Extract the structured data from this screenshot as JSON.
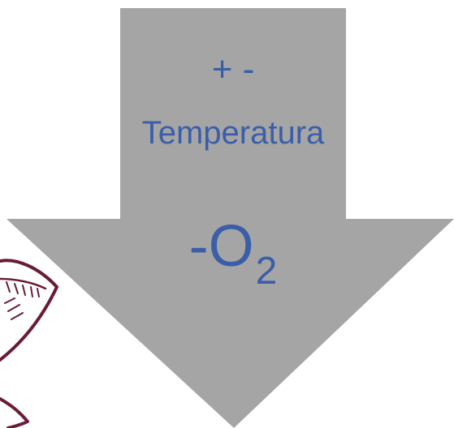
{
  "colors": {
    "arrow_fill": "#A5A5A5",
    "text": "#3A5EA8",
    "doodle_stroke": "#6B1A3A"
  },
  "arrow": {
    "sign_text": "+ -",
    "temperature_text": "Temperatura",
    "oxygen_prefix": "-O",
    "oxygen_subscript": "2"
  },
  "decoration": {
    "icon": "leaf-doodle-icon"
  }
}
